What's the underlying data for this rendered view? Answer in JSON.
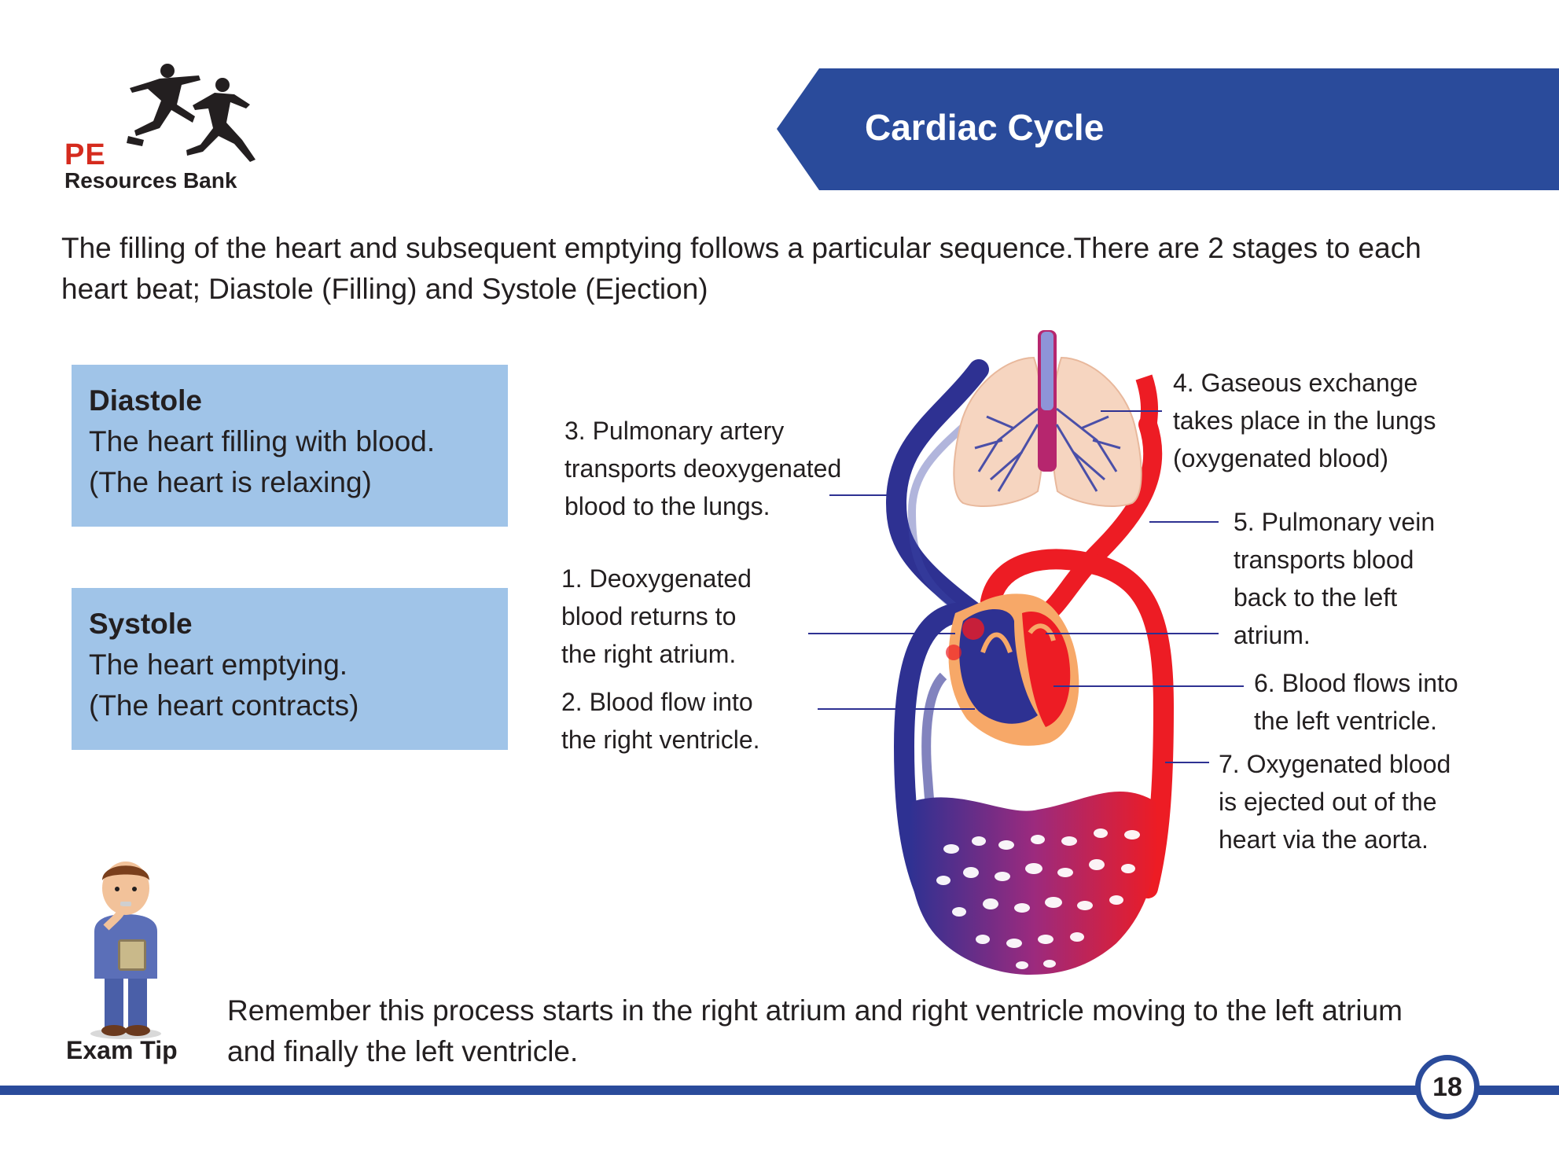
{
  "logo": {
    "pe_text": "PE",
    "subtitle": "Resources Bank"
  },
  "banner": {
    "title": "Cardiac Cycle",
    "color": "#2a4b9b"
  },
  "intro": {
    "text": "The filling of the heart and subsequent emptying follows a particular sequence.There are 2 stages to each heart beat; Diastole (Filling) and Systole (Ejection)"
  },
  "boxes": {
    "diastole": {
      "heading": "Diastole",
      "line1": "The heart filling with blood.",
      "line2": "(The heart is relaxing)"
    },
    "systole": {
      "heading": "Systole",
      "line1": "The heart emptying.",
      "line2": "(The heart contracts)"
    },
    "color": "#a0c4e8"
  },
  "diagram": {
    "labels": {
      "step1": [
        "1. Deoxygenated",
        "blood returns to",
        "the right atrium."
      ],
      "step2": [
        "2. Blood flow into",
        "the right ventricle."
      ],
      "step3": [
        "3. Pulmonary artery",
        "transports deoxygenated",
        "blood to the lungs."
      ],
      "step4": [
        "4. Gaseous exchange",
        "takes place in the lungs",
        "(oxygenated blood)"
      ],
      "step5": [
        "5. Pulmonary vein",
        "transports blood",
        "back to the left",
        "atrium."
      ],
      "step6": [
        "6. Blood flows into",
        "the left ventricle."
      ],
      "step7": [
        "7. Oxygenated blood",
        "is ejected out of the",
        "heart via the aorta."
      ]
    },
    "colors": {
      "deoxygenated": "#2e3192",
      "oxygenated": "#ed1c24",
      "lungs": "#f6d5c0",
      "heart_outer": "#f7a868",
      "capillaries": "#b6266e"
    }
  },
  "exam_tip": {
    "label": "Exam Tip",
    "text": "Remember this process starts in the right atrium and right ventricle moving to the left atrium and finally the left ventricle."
  },
  "footer": {
    "page_number": "18"
  }
}
